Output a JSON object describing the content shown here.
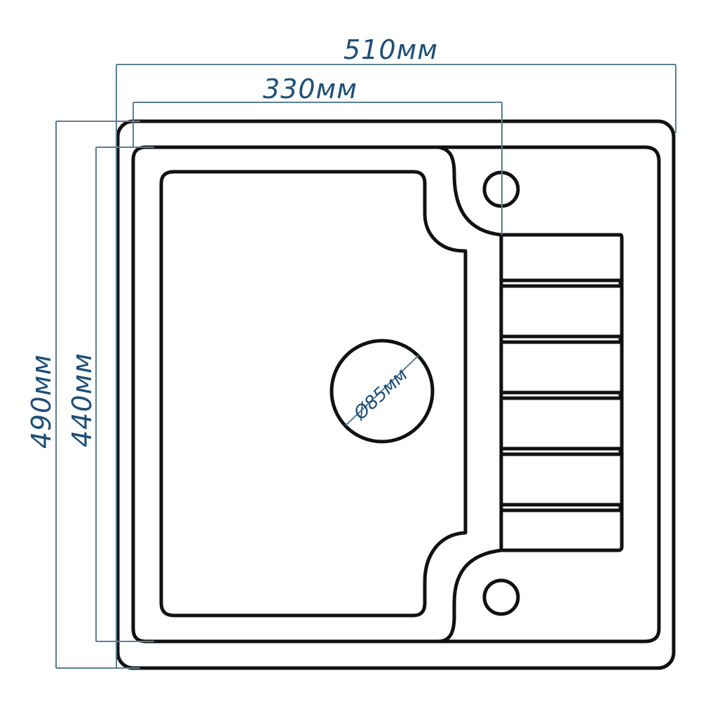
{
  "dimensions": {
    "width_outer": "510мм",
    "width_bowl": "330мм",
    "height_outer": "490мм",
    "height_inner": "440мм",
    "drain_diameter": "Ø85мм"
  },
  "colors": {
    "outline": "#111111",
    "dimension_line": "#5a7e93",
    "dimension_text": "#1e4f78"
  },
  "drainer_ribs": 5
}
